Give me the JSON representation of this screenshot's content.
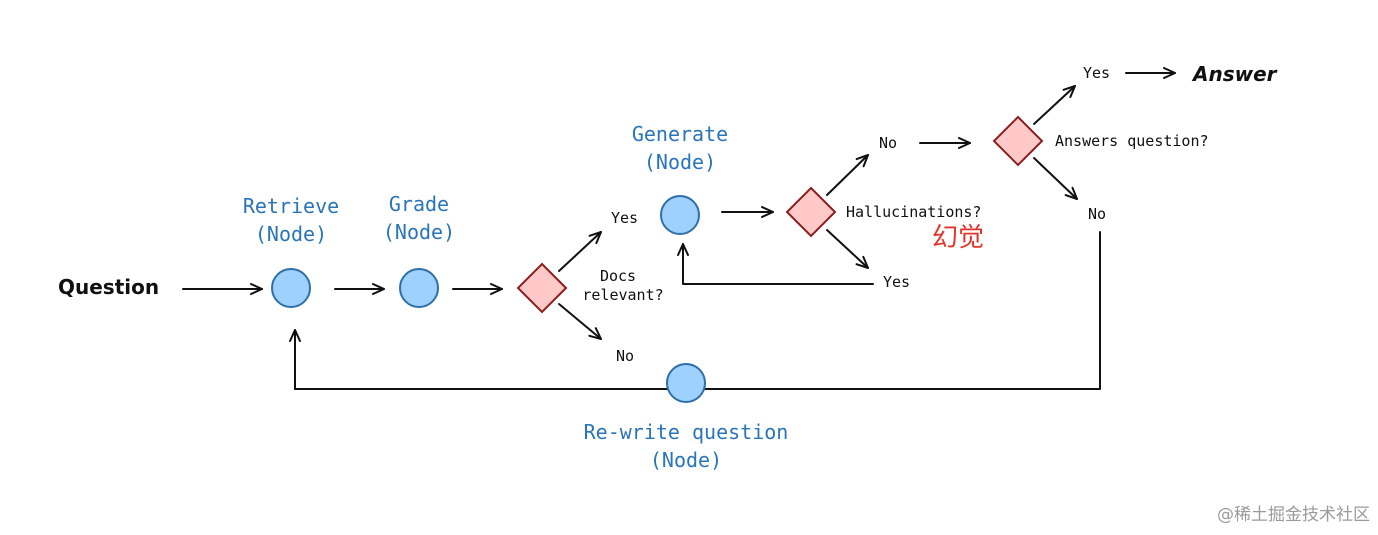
{
  "question": "Question",
  "answer": "Answer",
  "nodes": {
    "retrieve": [
      "Retrieve",
      "(Node)"
    ],
    "grade": [
      "Grade",
      "(Node)"
    ],
    "generate": [
      "Generate",
      "(Node)"
    ],
    "rewrite": [
      "Re-write question",
      "(Node)"
    ]
  },
  "decisions": {
    "docs_relevant": [
      "Docs",
      "relevant?"
    ],
    "hallucinations": "Hallucinations?",
    "answers_question": "Answers question?"
  },
  "branch_labels": {
    "docs_yes": "Yes",
    "docs_no": "No",
    "halluc_no": "No",
    "halluc_yes": "Yes",
    "answers_yes": "Yes",
    "answers_no": "No"
  },
  "annotation": "幻觉",
  "watermark": "@稀土掘金技术社区",
  "colors": {
    "node_fill": "#9fd1ff",
    "node_stroke": "#2f6fa8",
    "decision_fill": "#ffc9c9",
    "decision_stroke": "#8a1f1f",
    "node_label": "#2a74b8",
    "annotation": "#e0352b"
  }
}
